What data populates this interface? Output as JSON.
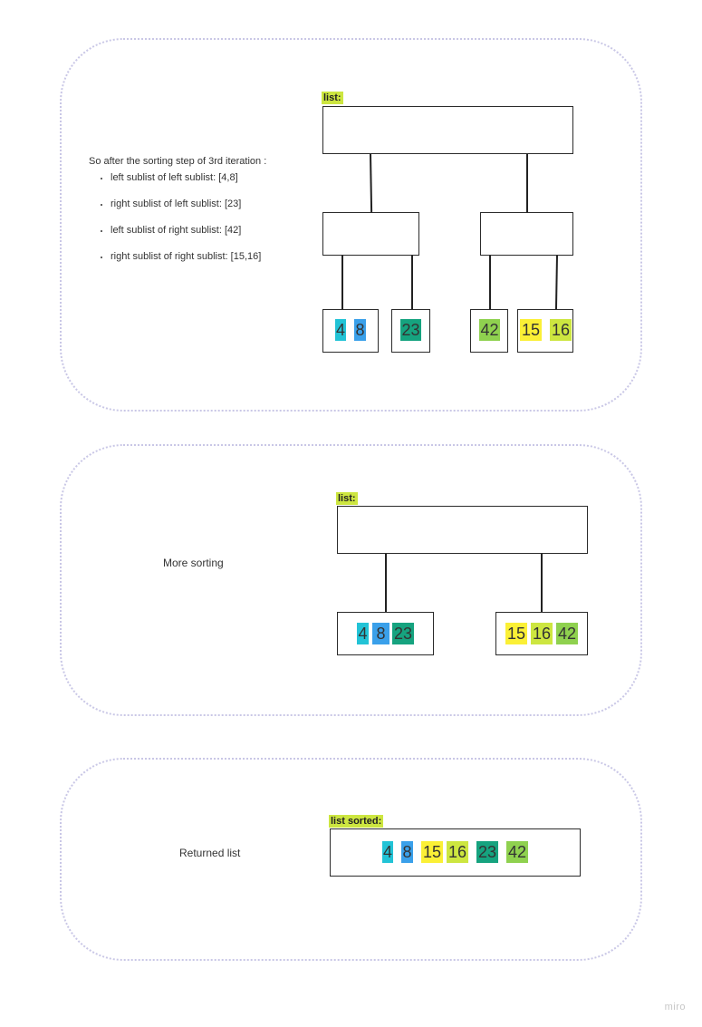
{
  "colors": {
    "cyan": "#22c3d6",
    "blue": "#3aa0ea",
    "teal": "#16a37f",
    "green": "#8fd14f",
    "yellow": "#fbf036",
    "lime": "#cde640",
    "frame_border": "#c9c7e6"
  },
  "panel1": {
    "tag": "list:",
    "intro": "So after the sorting step of 3rd iteration :",
    "bullets": [
      "left sublist of left sublist: [4,8]",
      "right sublist of left sublist: [23]",
      "left sublist of right sublist: [42]",
      "right sublist of right sublist: [15,16]"
    ],
    "leaves": [
      {
        "name": "leaf-left-left",
        "items": [
          {
            "v": "4",
            "c": "cyan"
          },
          {
            "v": "8",
            "c": "blue"
          }
        ]
      },
      {
        "name": "leaf-left-right",
        "items": [
          {
            "v": "23",
            "c": "teal"
          }
        ]
      },
      {
        "name": "leaf-right-left",
        "items": [
          {
            "v": "42",
            "c": "green"
          }
        ]
      },
      {
        "name": "leaf-right-right",
        "items": [
          {
            "v": "15",
            "c": "yellow"
          },
          {
            "v": "16",
            "c": "lime"
          }
        ]
      }
    ]
  },
  "panel2": {
    "tag": "list:",
    "caption": "More sorting",
    "left_items": [
      {
        "v": "4",
        "c": "cyan"
      },
      {
        "v": "8",
        "c": "blue"
      },
      {
        "v": "23",
        "c": "teal"
      }
    ],
    "right_items": [
      {
        "v": "15",
        "c": "yellow"
      },
      {
        "v": "16",
        "c": "lime"
      },
      {
        "v": "42",
        "c": "green"
      }
    ]
  },
  "panel3": {
    "tag": "list sorted:",
    "caption": "Returned list",
    "items": [
      {
        "v": "4",
        "c": "cyan"
      },
      {
        "v": "8",
        "c": "blue"
      },
      {
        "v": "15",
        "c": "yellow"
      },
      {
        "v": "16",
        "c": "lime"
      },
      {
        "v": "23",
        "c": "teal"
      },
      {
        "v": "42",
        "c": "green"
      }
    ]
  },
  "watermark": "miro"
}
